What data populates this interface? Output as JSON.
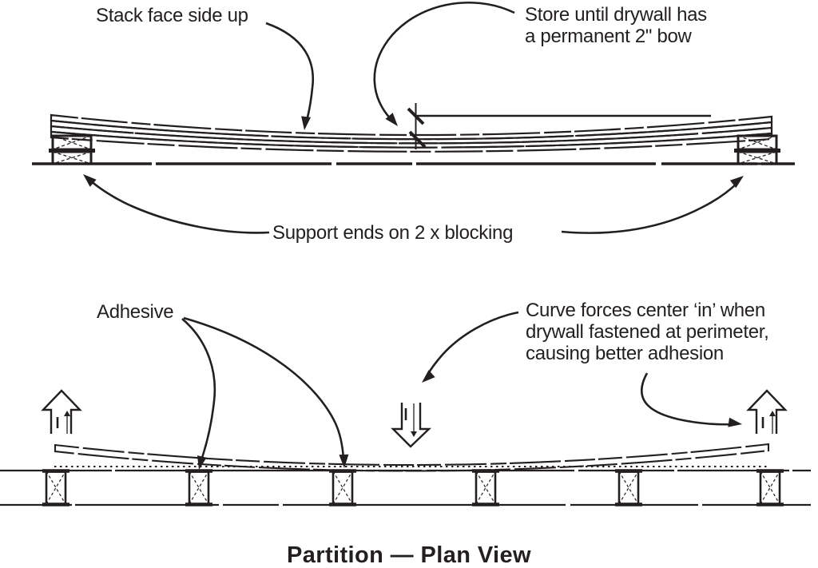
{
  "title": "Partition — Plan View",
  "colors": {
    "ink": "#231f20",
    "drywall": "#ecdfa5",
    "background": "#ffffff"
  },
  "top_diagram": {
    "stack_label": "Stack face side up",
    "store_label": "Store until drywall has\na permanent 2\" bow",
    "support_label": "Support ends on 2 x blocking"
  },
  "bottom_diagram": {
    "adhesive_label": "Adhesive",
    "curve_label": "Curve forces center ‘in’ when\ndrywall fastened at perimeter,\ncausing better adhesion"
  }
}
